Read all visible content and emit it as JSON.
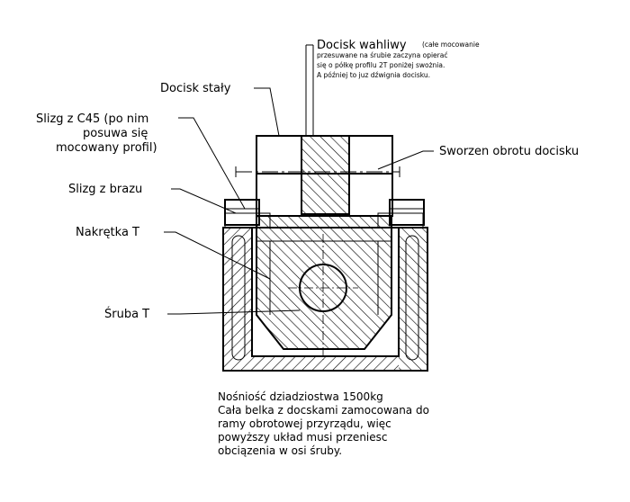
{
  "labels": {
    "docisk_wahliwy": "Docisk wahliwy",
    "docisk_staly": "Docisk stały",
    "slizg_c45_l1": "Slizg z C45 (po nim",
    "slizg_c45_l2": "posuwa się",
    "slizg_c45_l3": "mocowany profil)",
    "slizg_braz": "Slizg z brazu",
    "nakretka": "Nakrętka T",
    "sruba": "Śruba T",
    "sworzen": "Sworzen obrotu docisku"
  },
  "note": {
    "l1": "(całe mocowanie",
    "l2": "przesuwane na śrubie zaczyna opierać",
    "l3": "się o półkę profilu 2T poniżej swożnia.",
    "l4": "A później to juz dźwignia docisku."
  },
  "caption": {
    "l1": "Nośniość dziadziostwa 1500kg",
    "l2": "Cała belka z docskami zamocowana do",
    "l3": "ramy obrotowej przyrządu, więc",
    "l4": "powyższy układ musi przeniesc",
    "l5": "obciązenia w osi śruby."
  }
}
